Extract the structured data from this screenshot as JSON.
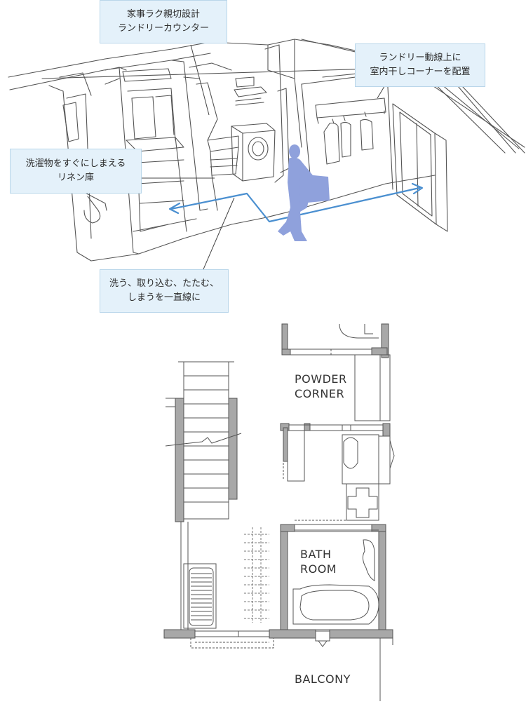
{
  "callouts": {
    "counter": {
      "line1": "家事ラク親切設計",
      "line2": "ランドリーカウンター"
    },
    "drying": {
      "line1": "ランドリー動線上に",
      "line2": "室内干しコーナーを配置"
    },
    "linen": {
      "line1": "洗濯物をすぐにしまえる",
      "line2": "リネン庫"
    },
    "flow": {
      "line1": "洗う、取り込む、たたむ、",
      "line2": "しまうを一直線に"
    }
  },
  "floorplan": {
    "powder_corner": {
      "line1": "POWDER",
      "line2": "CORNER"
    },
    "bath_room": {
      "line1": "BATH",
      "line2": "ROOM"
    },
    "balcony": "BALCONY"
  },
  "colors": {
    "callout_bg": "#e4f1fa",
    "flow_arrow": "#4a8fd0",
    "person": "#8fa1dc",
    "wall_fill": "#a8a8a8",
    "line": "#555555"
  }
}
